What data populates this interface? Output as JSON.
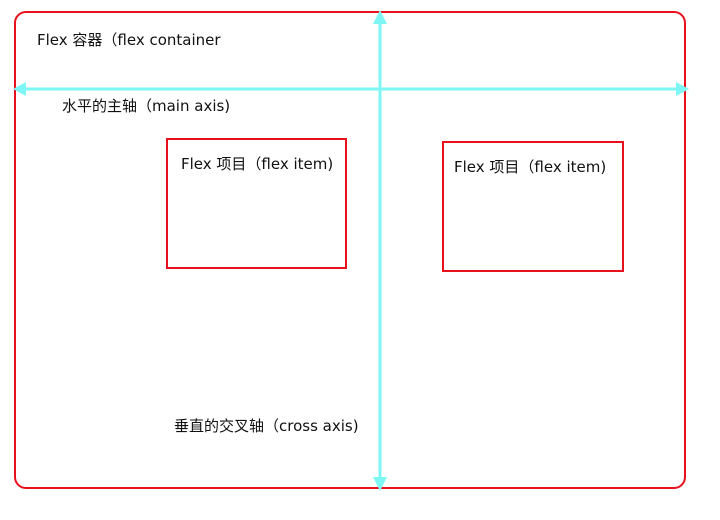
{
  "diagram": {
    "container_label": "Flex 容器（flex container",
    "main_axis_label": "水平的主轴（main axis)",
    "cross_axis_label": "垂直的交叉轴（cross axis)",
    "items": [
      {
        "label": "Flex 项目（flex item)"
      },
      {
        "label": "Flex 项目（flex item)"
      }
    ],
    "colors": {
      "box_border": "#e8101a",
      "axis": "#7ff6f6",
      "text": "#111111"
    }
  }
}
